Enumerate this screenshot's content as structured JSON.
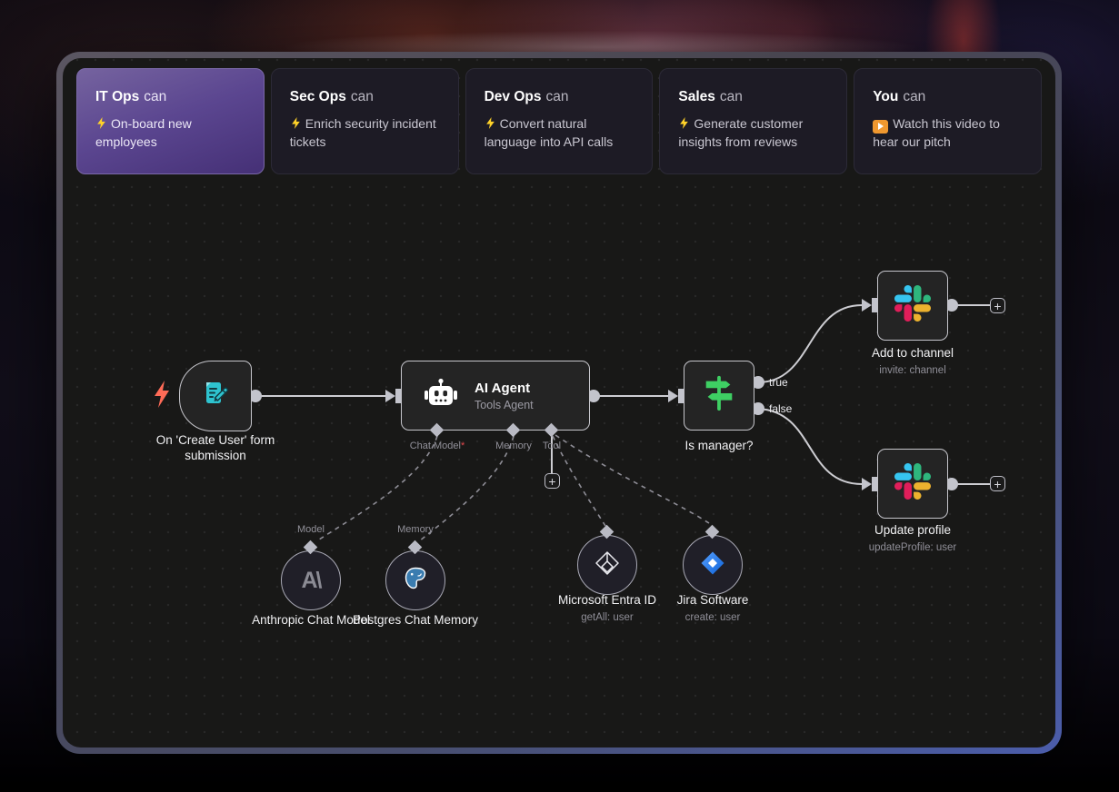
{
  "tabs": [
    {
      "audience": "IT Ops",
      "verb": "can",
      "description": "On-board new employees",
      "icon": "zap-icon",
      "active": true
    },
    {
      "audience": "Sec Ops",
      "verb": "can",
      "description": "Enrich security incident tickets",
      "icon": "zap-icon",
      "active": false
    },
    {
      "audience": "Dev Ops",
      "verb": "can",
      "description": "Convert natural language into API calls",
      "icon": "zap-icon",
      "active": false
    },
    {
      "audience": "Sales",
      "verb": "can",
      "description": "Generate customer insights from reviews",
      "icon": "zap-icon",
      "active": false
    },
    {
      "audience": "You",
      "verb": "can",
      "description": "Watch this video to hear our pitch",
      "icon": "play-icon",
      "active": false
    }
  ],
  "workflow": {
    "trigger": {
      "label": "On 'Create User' form submission"
    },
    "agent": {
      "title": "AI Agent",
      "subtitle": "Tools Agent",
      "ports": {
        "chat_model": "Chat Model",
        "required_marker": "*",
        "memory": "Memory",
        "tool": "Tool"
      }
    },
    "switch_node": {
      "label": "Is manager?",
      "output_true": "true",
      "output_false": "false"
    },
    "slack_add": {
      "title": "Add to channel",
      "subtitle": "invite: channel"
    },
    "slack_update": {
      "title": "Update profile",
      "subtitle": "updateProfile: user"
    },
    "anthropic": {
      "port_label": "Model",
      "label": "Anthropic Chat Model",
      "icon_text": "A\\"
    },
    "postgres": {
      "port_label": "Memory",
      "label": "Postgres Chat Memory"
    },
    "entra": {
      "label": "Microsoft Entra ID",
      "subtitle": "getAll: user"
    },
    "jira": {
      "label": "Jira Software",
      "subtitle": "create: user"
    }
  },
  "icons": {
    "plus": "+"
  },
  "colors": {
    "active_tab_purple": "#5b4690",
    "canvas_bg": "#181817",
    "node_border": "#c6c6cc",
    "switch_green": "#3ecf63",
    "trigger_teal": "#2ec3cf",
    "bolt_red": "#ff6b57",
    "zap_yellow": "#ffd229",
    "play_orange": "#f0982f",
    "required_red": "#e5484d",
    "slack_blue": "#36C5F0",
    "slack_green": "#2EB67D",
    "slack_yellow": "#ECB22E",
    "slack_red": "#E01E5A",
    "jira_blue": "#2684FF",
    "postgres_blue": "#3a7cb0"
  }
}
